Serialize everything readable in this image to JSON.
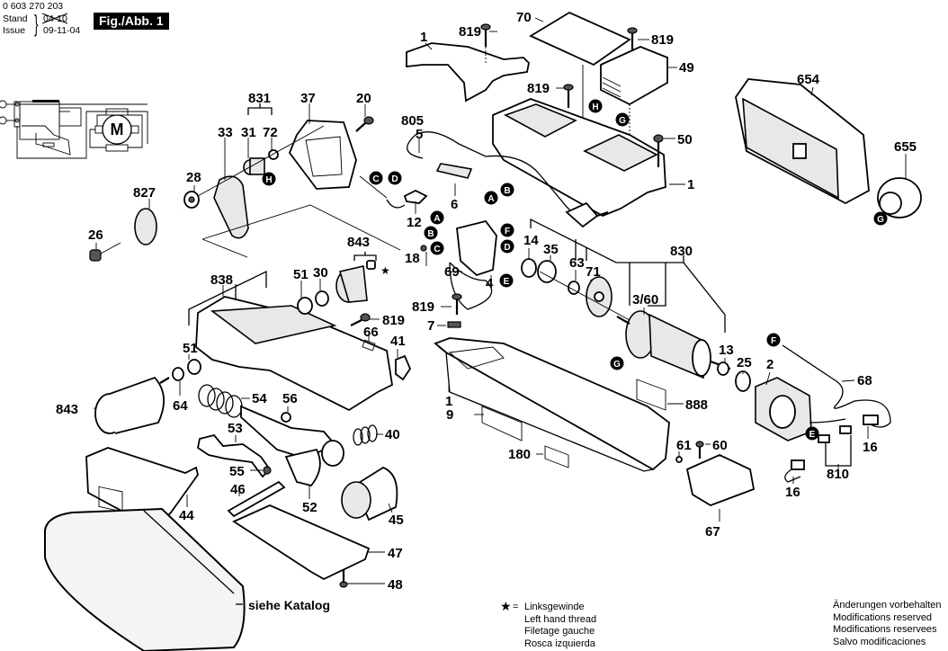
{
  "header": {
    "doc_number": "0 603 270 203",
    "stand_label": "Stand",
    "issue_label": "Issue",
    "stand_old_value": "04-10",
    "issue_date": "09-11-04",
    "figure_badge": "Fig./Abb. 1"
  },
  "schematic": {
    "motor_symbol": "M"
  },
  "part_labels": [
    {
      "id": "lbl-1-handle",
      "text": "1"
    },
    {
      "id": "lbl-819-a",
      "text": "819"
    },
    {
      "id": "lbl-70",
      "text": "70"
    },
    {
      "id": "lbl-819-b",
      "text": "819"
    },
    {
      "id": "lbl-49",
      "text": "49"
    },
    {
      "id": "lbl-819-c",
      "text": "819"
    },
    {
      "id": "lbl-50",
      "text": "50"
    },
    {
      "id": "lbl-1-top",
      "text": "1"
    },
    {
      "id": "lbl-654",
      "text": "654"
    },
    {
      "id": "lbl-655",
      "text": "655"
    },
    {
      "id": "lbl-831",
      "text": "831"
    },
    {
      "id": "lbl-37",
      "text": "37"
    },
    {
      "id": "lbl-20",
      "text": "20"
    },
    {
      "id": "lbl-33",
      "text": "33"
    },
    {
      "id": "lbl-31",
      "text": "31"
    },
    {
      "id": "lbl-72",
      "text": "72"
    },
    {
      "id": "lbl-28",
      "text": "28"
    },
    {
      "id": "lbl-827",
      "text": "827"
    },
    {
      "id": "lbl-26",
      "text": "26"
    },
    {
      "id": "lbl-805",
      "text": "805"
    },
    {
      "id": "lbl-5",
      "text": "5"
    },
    {
      "id": "lbl-6",
      "text": "6"
    },
    {
      "id": "lbl-12",
      "text": "12"
    },
    {
      "id": "lbl-843-top",
      "text": "843"
    },
    {
      "id": "lbl-18",
      "text": "18"
    },
    {
      "id": "lbl-4",
      "text": "4"
    },
    {
      "id": "lbl-69",
      "text": "69"
    },
    {
      "id": "lbl-14",
      "text": "14"
    },
    {
      "id": "lbl-35",
      "text": "35"
    },
    {
      "id": "lbl-63",
      "text": "63"
    },
    {
      "id": "lbl-71",
      "text": "71"
    },
    {
      "id": "lbl-830",
      "text": "830"
    },
    {
      "id": "lbl-3-60",
      "text": "3/60"
    },
    {
      "id": "lbl-13",
      "text": "13"
    },
    {
      "id": "lbl-25",
      "text": "25"
    },
    {
      "id": "lbl-2",
      "text": "2"
    },
    {
      "id": "lbl-68",
      "text": "68"
    },
    {
      "id": "lbl-16-a",
      "text": "16"
    },
    {
      "id": "lbl-16-b",
      "text": "16"
    },
    {
      "id": "lbl-810",
      "text": "810"
    },
    {
      "id": "lbl-838",
      "text": "838"
    },
    {
      "id": "lbl-51-a",
      "text": "51"
    },
    {
      "id": "lbl-30",
      "text": "30"
    },
    {
      "id": "lbl-819-d",
      "text": "819"
    },
    {
      "id": "lbl-66",
      "text": "66"
    },
    {
      "id": "lbl-41",
      "text": "41"
    },
    {
      "id": "lbl-51-b",
      "text": "51"
    },
    {
      "id": "lbl-843-left",
      "text": "843"
    },
    {
      "id": "lbl-64",
      "text": "64"
    },
    {
      "id": "lbl-54",
      "text": "54"
    },
    {
      "id": "lbl-56",
      "text": "56"
    },
    {
      "id": "lbl-53",
      "text": "53"
    },
    {
      "id": "lbl-40",
      "text": "40"
    },
    {
      "id": "lbl-55",
      "text": "55"
    },
    {
      "id": "lbl-46",
      "text": "46"
    },
    {
      "id": "lbl-52",
      "text": "52"
    },
    {
      "id": "lbl-45",
      "text": "45"
    },
    {
      "id": "lbl-44",
      "text": "44"
    },
    {
      "id": "lbl-47",
      "text": "47"
    },
    {
      "id": "lbl-48",
      "text": "48"
    },
    {
      "id": "lbl-819-e",
      "text": "819"
    },
    {
      "id": "lbl-7",
      "text": "7"
    },
    {
      "id": "lbl-1-housing",
      "text": "1"
    },
    {
      "id": "lbl-9",
      "text": "9"
    },
    {
      "id": "lbl-180",
      "text": "180"
    },
    {
      "id": "lbl-888",
      "text": "888"
    },
    {
      "id": "lbl-61",
      "text": "61"
    },
    {
      "id": "lbl-60",
      "text": "60"
    },
    {
      "id": "lbl-67",
      "text": "67"
    }
  ],
  "callouts": [
    {
      "id": "co-h-top",
      "letter": "H"
    },
    {
      "id": "co-g-top",
      "letter": "G"
    },
    {
      "id": "co-g-655",
      "letter": "G"
    },
    {
      "id": "co-h-37",
      "letter": "H"
    },
    {
      "id": "co-c-12",
      "letter": "C"
    },
    {
      "id": "co-d-12",
      "letter": "D"
    },
    {
      "id": "co-a-6",
      "letter": "A"
    },
    {
      "id": "co-b-6",
      "letter": "B"
    },
    {
      "id": "co-a-4",
      "letter": "A"
    },
    {
      "id": "co-b-4",
      "letter": "B"
    },
    {
      "id": "co-c-4",
      "letter": "C"
    },
    {
      "id": "co-f-4",
      "letter": "F"
    },
    {
      "id": "co-d-4",
      "letter": "D"
    },
    {
      "id": "co-e-69",
      "letter": "E"
    },
    {
      "id": "co-g-housing",
      "letter": "G"
    },
    {
      "id": "co-f-68",
      "letter": "F"
    },
    {
      "id": "co-e-2",
      "letter": "E"
    }
  ],
  "catalog_note": "siehe Katalog",
  "legend_thread": {
    "symbol": "★",
    "equals": "=",
    "lines": [
      "Linksgewinde",
      "Left hand thread",
      "Filetage gauche",
      "Rosca izquierda"
    ]
  },
  "legend_modifications": {
    "lines": [
      "Änderungen vorbehalten",
      "Modifications reserved",
      "Modifications reservees",
      "Salvo modificaciones"
    ]
  },
  "left_hand_thread_marker": "★"
}
